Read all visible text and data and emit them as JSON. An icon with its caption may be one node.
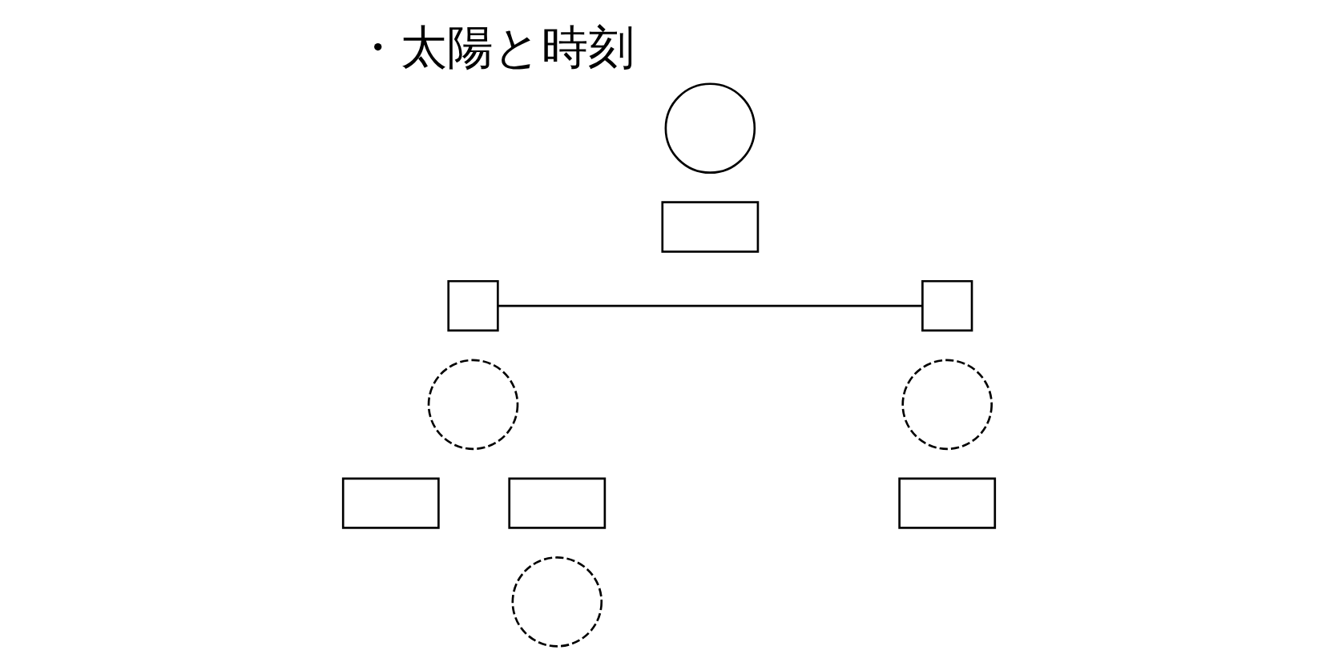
{
  "diagram": {
    "title": "・太陽と時刻",
    "nodes": [
      {
        "text": [],
        "shape": "circle"
      },
      {
        "text": [],
        "shape": "box"
      },
      {
        "text": [],
        "shape": "box"
      },
      {
        "text": [],
        "shape": "box"
      },
      {
        "text": [],
        "shape": "circle"
      },
      {
        "text": [],
        "shape": "circle"
      },
      {
        "text": [],
        "shape": "box"
      },
      {
        "text": [],
        "shape": "box"
      },
      {
        "text": [],
        "shape": "box"
      },
      {
        "text": [],
        "shape": "circle"
      }
    ],
    "edges": [
      {
        "from": 2,
        "to": 3,
        "arrow": "none"
      }
    ]
  }
}
